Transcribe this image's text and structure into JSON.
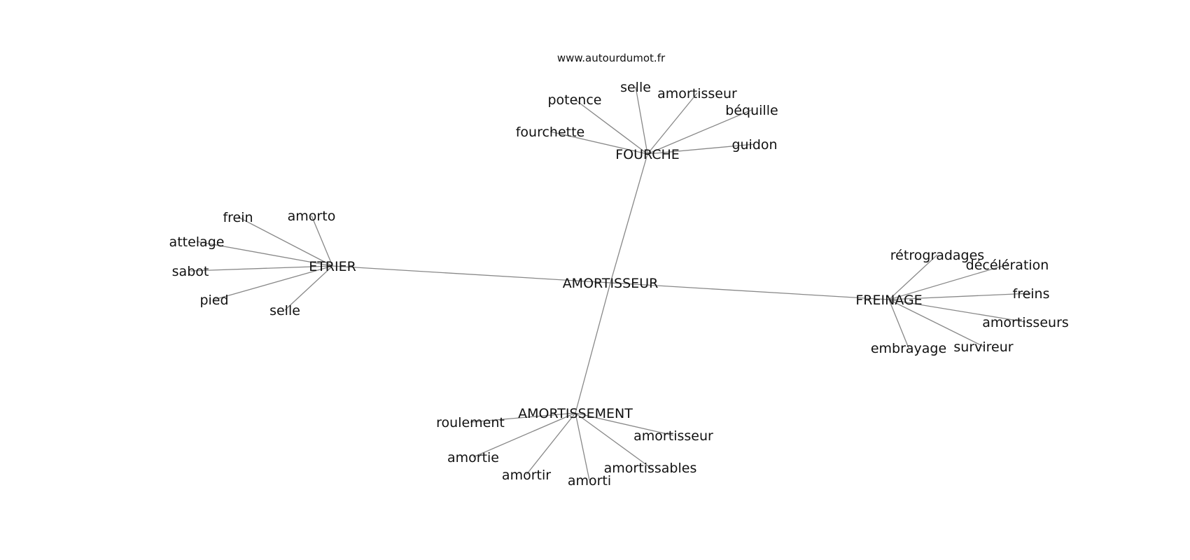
{
  "site": "www.autourdumot.fr",
  "center": {
    "id": "center",
    "label": "AMORTISSEUR"
  },
  "hubs": [
    {
      "id": "fourche",
      "label": "FOURCHE",
      "leaves": [
        "selle",
        "potence",
        "amortisseur",
        "béquille",
        "fourchette",
        "guidon"
      ]
    },
    {
      "id": "etrier",
      "label": "ETRIER",
      "leaves": [
        "frein",
        "amorto",
        "attelage",
        "sabot",
        "pied",
        "selle"
      ]
    },
    {
      "id": "freinage",
      "label": "FREINAGE",
      "leaves": [
        "rétrogradages",
        "décélération",
        "freins",
        "amortisseurs",
        "survireur",
        "embrayage"
      ]
    },
    {
      "id": "amortissement",
      "label": "AMORTISSEMENT",
      "leaves": [
        "roulement",
        "amortisseur",
        "amortie",
        "amortissables",
        "amortir",
        "amorti"
      ]
    }
  ]
}
